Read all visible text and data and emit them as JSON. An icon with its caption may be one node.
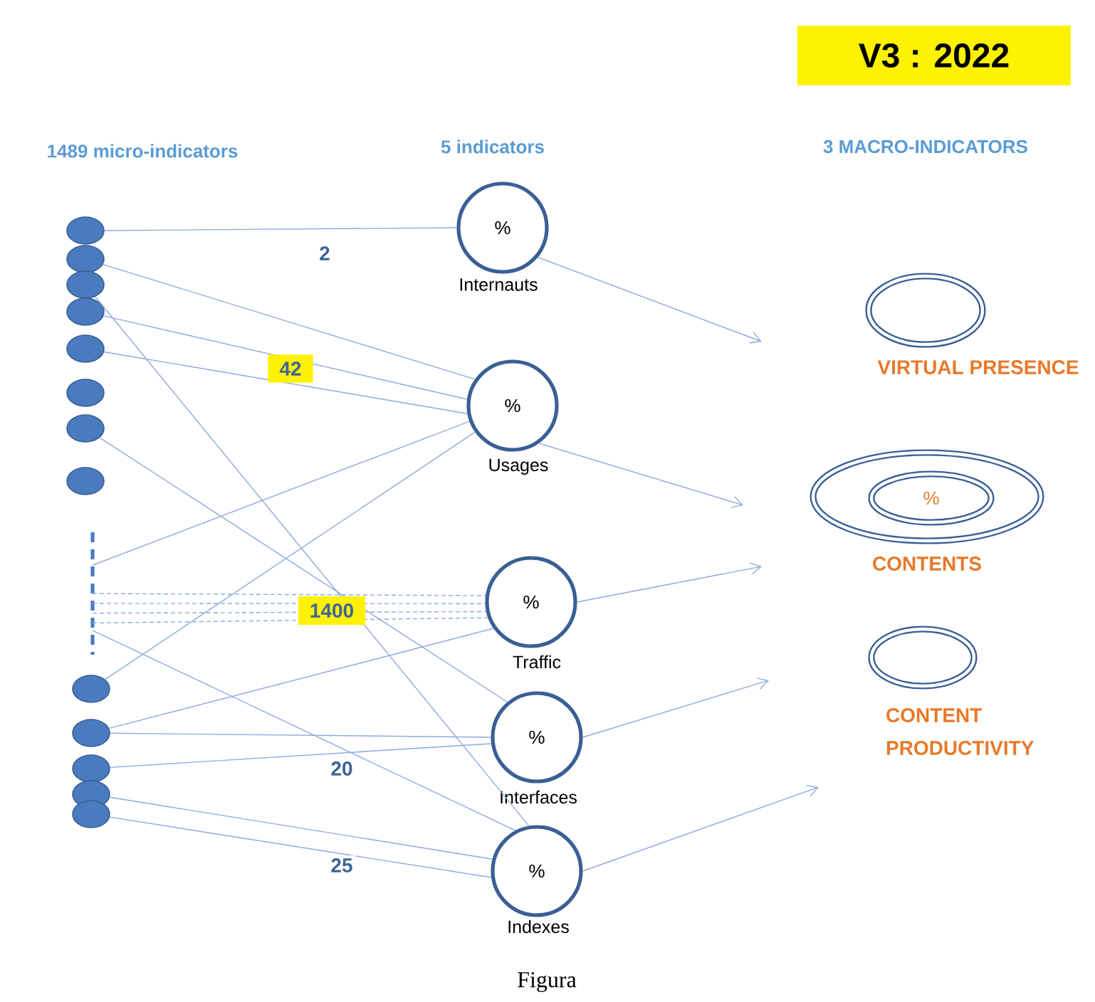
{
  "diagram": {
    "caption": "Figura",
    "nodes": [
      {
        "text": [],
        "shape": "ellipse"
      },
      {
        "text": [],
        "shape": "ellipse"
      },
      {
        "text": [],
        "shape": "ellipse"
      },
      {
        "text": [],
        "shape": "ellipse"
      },
      {
        "text": [],
        "shape": "ellipse"
      },
      {
        "text": [],
        "shape": "ellipse"
      },
      {
        "text": [],
        "shape": "ellipse"
      },
      {
        "text": [],
        "shape": "ellipse"
      },
      {
        "text": [],
        "shape": "bar"
      },
      {
        "text": [],
        "shape": "ellipse"
      },
      {
        "text": [],
        "shape": "ellipse"
      },
      {
        "text": [],
        "shape": "ellipse"
      },
      {
        "text": [],
        "shape": "ellipse"
      },
      {
        "text": [],
        "shape": "ellipse"
      },
      {
        "text": [
          "%",
          "Internauts"
        ]
      },
      {
        "text": [
          "%",
          "Usages"
        ]
      },
      {
        "text": [
          "%",
          "Traffic"
        ]
      },
      {
        "text": [
          "%",
          "Interfaces"
        ]
      },
      {
        "text": [
          "%",
          "Indexes"
        ]
      },
      {
        "text": [
          "VIRTUAL PRESENCE"
        ]
      },
      {
        "text": [
          "CONTENTS"
        ]
      },
      {
        "text": [
          "%"
        ],
        "in": 20
      },
      {
        "text": [
          "CONTENT PRODUCTIVITY"
        ]
      }
    ],
    "edges": [
      {
        "from": 0,
        "to": 14,
        "arrow": "none",
        "label": "2"
      },
      {
        "from": 1,
        "to": 15,
        "arrow": "none"
      },
      {
        "from": 2,
        "to": 18,
        "arrow": "none",
        "label": "1400"
      },
      {
        "from": 3,
        "to": 15,
        "arrow": "none",
        "label": "42"
      },
      {
        "from": 4,
        "to": 15,
        "arrow": "none"
      },
      {
        "from": 6,
        "to": 17,
        "arrow": "none"
      },
      {
        "from": 8,
        "to": 15,
        "arrow": "none"
      },
      {
        "from": 9,
        "to": 15,
        "arrow": "none"
      },
      {
        "from": 8,
        "to": 18,
        "arrow": "none"
      },
      {
        "from": 8,
        "to": 16,
        "arrow": "none",
        "style": "dashed"
      },
      {
        "from": 8,
        "to": 16,
        "arrow": "none",
        "style": "dashed"
      },
      {
        "from": 8,
        "to": 16,
        "arrow": "none",
        "style": "dashed"
      },
      {
        "from": 8,
        "to": 16,
        "arrow": "none",
        "style": "dashed"
      },
      {
        "from": 10,
        "to": 16,
        "arrow": "none"
      },
      {
        "from": 10,
        "to": 17,
        "arrow": "none"
      },
      {
        "from": 11,
        "to": 17,
        "arrow": "none",
        "label": "20"
      },
      {
        "from": 12,
        "to": 18,
        "arrow": "none"
      },
      {
        "from": 13,
        "to": 18,
        "arrow": "none",
        "label": "25"
      },
      {
        "from": 14,
        "to": null,
        "arrow": "to"
      },
      {
        "from": 15,
        "to": null,
        "arrow": "to"
      },
      {
        "from": 16,
        "to": null,
        "arrow": "to"
      },
      {
        "from": 17,
        "to": null,
        "arrow": "to"
      },
      {
        "from": 18,
        "to": null,
        "arrow": "to"
      }
    ],
    "labels": [
      "V3 : 2022",
      "1489 micro-indicators",
      "5 indicators",
      "3 MACRO-INDICATORS"
    ]
  }
}
